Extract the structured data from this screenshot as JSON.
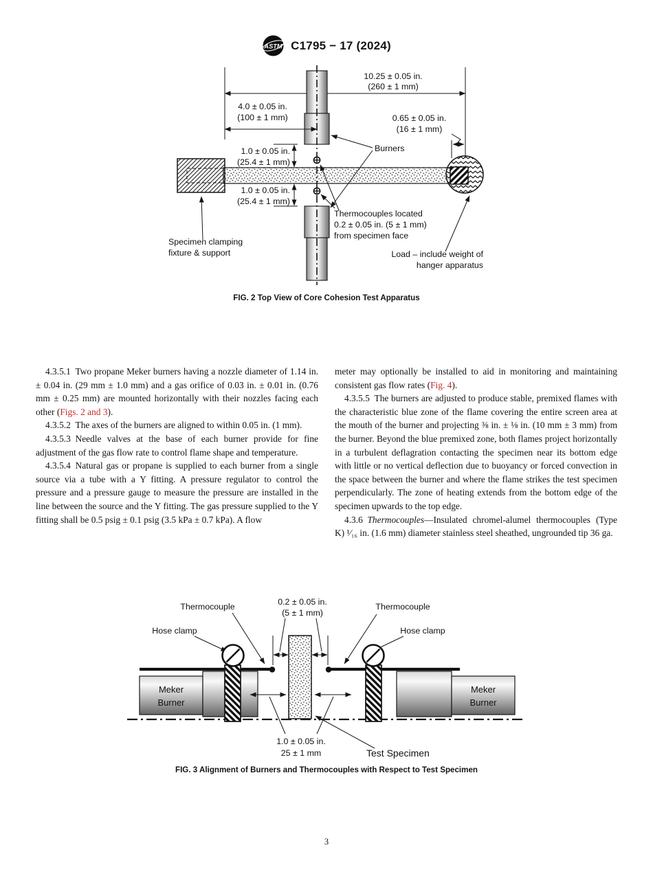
{
  "header": {
    "title": "C1795 − 17 (2024)",
    "logo_text": "ASTM"
  },
  "link_color": "#c62828",
  "page_number": "3",
  "fig2": {
    "caption": "FIG. 2 Top View of Core Cohesion Test Apparatus",
    "dims": {
      "overall_in": "10.25 ± 0.05 in.",
      "overall_mm": "(260 ± 1 mm)",
      "burner_in": "4.0 ± 0.05 in.",
      "burner_mm": "(100 ± 1 mm)",
      "load_in": "0.65 ± 0.05 in.",
      "load_mm": "(16 ± 1 mm)",
      "gap_in": "1.0 ± 0.05 in.",
      "gap_mm": "(25.4 ± 1 mm)"
    },
    "labels": {
      "burners": "Burners",
      "thermo1": "Thermocouples located",
      "thermo2": "0.2 ± 0.05 in. (5 ± 1 mm)",
      "thermo3": "from specimen face",
      "clamp1": "Specimen clamping",
      "clamp2": "fixture & support",
      "load1": "Load – include weight of",
      "load2": "hanger apparatus"
    }
  },
  "fig3": {
    "caption": "FIG. 3 Alignment of Burners and Thermocouples with Respect to Test Specimen",
    "dims": {
      "gap_in": "0.2 ± 0.05 in.",
      "gap_mm": "(5 ± 1 mm)",
      "offset_in": "1.0 ± 0.05 in.",
      "offset_mm": "25 ± 1 mm"
    },
    "labels": {
      "thermocouple": "Thermocouple",
      "hose_clamp": "Hose clamp",
      "meker1": "Meker",
      "meker2": "Burner",
      "test_specimen": "Test Specimen"
    }
  },
  "body": {
    "left": [
      {
        "pre": "4.3.5.1 Two propane Meker burners having a nozzle diameter of 1.14 in. ± 0.04 in. (29 mm ± 1.0 mm) and a gas orifice of 0.03 in. ± 0.01 in. (0.76 mm ± 0.25 mm) are mounted horizontally with their nozzles facing each other (",
        "link": "Figs. 2 and 3",
        "post": ")."
      },
      {
        "pre": "4.3.5.2 The axes of the burners are aligned to within 0.05 in. (1 mm)."
      },
      {
        "pre": "4.3.5.3 Needle valves at the base of each burner provide for fine adjustment of the gas flow rate to control flame shape and temperature."
      },
      {
        "pre": "4.3.5.4 Natural gas or propane is supplied to each burner from a single source via a tube with a Y fitting. A pressure regulator to control the pressure and a pressure gauge to measure the pressure are installed in the line between the source and the Y fitting. The gas pressure supplied to the Y fitting shall be 0.5 psig ± 0.1 psig (3.5 kPa ± 0.7 kPa). A flow"
      }
    ],
    "right": [
      {
        "pre": "meter may optionally be installed to aid in monitoring and maintaining consistent gas flow rates (",
        "link": "Fig. 4",
        "post": ")."
      },
      {
        "pre": "4.3.5.5 The burners are adjusted to produce stable, premixed flames with the characteristic blue zone of the flame covering the entire screen area at the mouth of the burner and projecting ⅜ in. ± ⅛ in. (10 mm ± 3 mm) from the burner. Beyond the blue premixed zone, both flames project horizontally in a turbulent deflagration contacting the specimen near its bottom edge with little or no vertical deflection due to buoyancy or forced convection in the space between the burner and where the flame strikes the test specimen perpendicularly. The zone of heating extends from the bottom edge of the specimen upwards to the top edge."
      },
      {
        "pre": "4.3.6 ",
        "em": "Thermocouples",
        "post": "—Insulated chromel-alumel thermocouples (Type K) ¹⁄₁₆ in. (1.6 mm) diameter stainless steel sheathed, ungrounded tip 36 ga."
      }
    ]
  }
}
